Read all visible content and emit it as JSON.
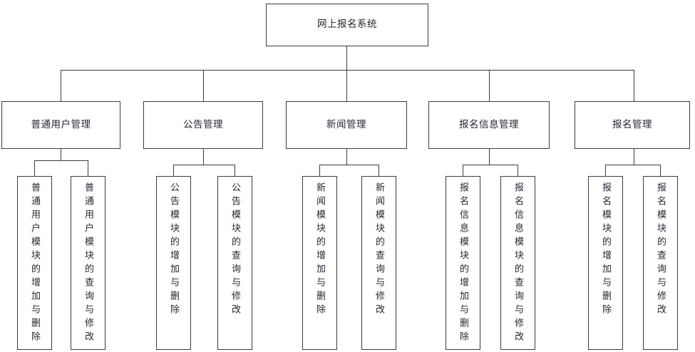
{
  "diagram": {
    "title": "网上报名系统",
    "type": "hierarchy-tree",
    "colors": {
      "border": "#3c3c3c",
      "text": "#262433",
      "background": "#ffffff"
    },
    "root": {
      "label": "网上报名系统"
    },
    "groups": [
      {
        "label": "普通用户管理",
        "leaves": [
          {
            "label": "普通用户模块的增加与删除"
          },
          {
            "label": "普通用户模块的查询与修改"
          }
        ]
      },
      {
        "label": "公告管理",
        "leaves": [
          {
            "label": "公告模块的增加与删除"
          },
          {
            "label": "公告模块的查询与修改"
          }
        ]
      },
      {
        "label": "新闻管理",
        "leaves": [
          {
            "label": "新闻模块的增加与删除"
          },
          {
            "label": "新闻模块的查询与修改"
          }
        ]
      },
      {
        "label": "报名信息管理",
        "leaves": [
          {
            "label": "报名信息模块的增加与删除"
          },
          {
            "label": "报名信息模块的查询与修改"
          }
        ]
      },
      {
        "label": "报名管理",
        "leaves": [
          {
            "label": "报名模块的增加与删除"
          },
          {
            "label": "报名模块的查询与修改"
          }
        ]
      }
    ]
  }
}
